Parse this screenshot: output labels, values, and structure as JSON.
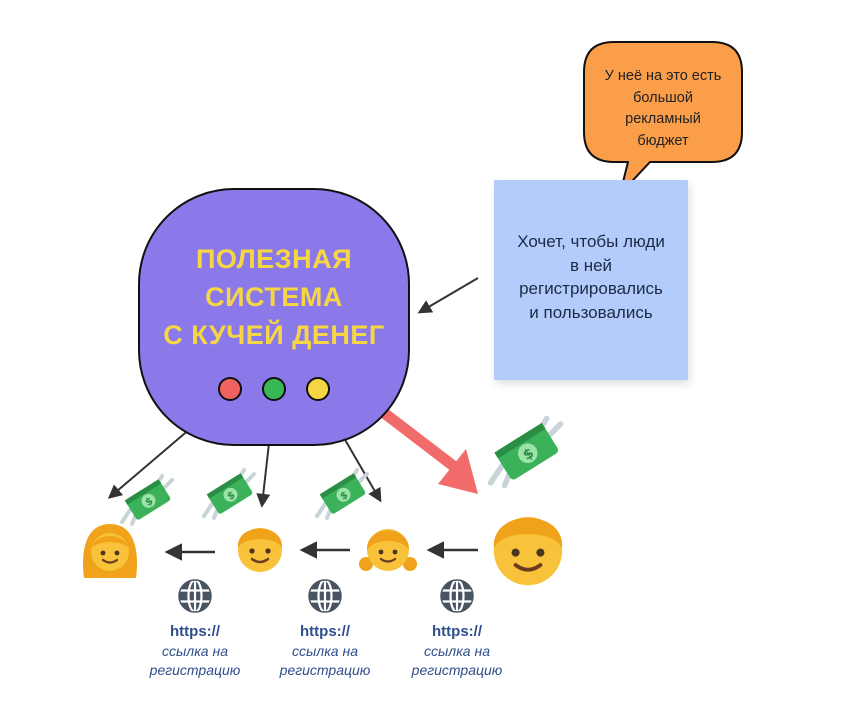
{
  "system_box": {
    "title_lines": [
      "ПОЛЕЗНАЯ",
      "СИСТЕМА",
      "С КУЧЕЙ ДЕНЕГ"
    ],
    "fill_color": "#8b79ea",
    "title_color": "#f6d743",
    "dots": [
      "#f06262",
      "#38b855",
      "#f6d743"
    ]
  },
  "sticky_note": {
    "text_lines": [
      "Хочет, чтобы люди",
      "в ней",
      "регистрировались",
      "и пользовались"
    ],
    "color": "#b3ccfc"
  },
  "speech_bubble": {
    "text_lines": [
      "У неё на это есть",
      "большой",
      "рекламный",
      "бюджет"
    ],
    "color": "#fa9e4a"
  },
  "referral_links": [
    {
      "protocol": "https://",
      "desc_line1": "ссылка на",
      "desc_line2": "регистрацию"
    },
    {
      "protocol": "https://",
      "desc_line1": "ссылка на",
      "desc_line2": "регистрацию"
    },
    {
      "protocol": "https://",
      "desc_line1": "ссылка на",
      "desc_line2": "регистрацию"
    }
  ],
  "icons": {
    "person": "person-emoji-icon",
    "money": "flying-money-icon",
    "globe": "globe-icon"
  },
  "colors": {
    "highlight_arrow": "#f26b6b",
    "arrow": "#333333",
    "link_text": "#2f4e8c"
  }
}
